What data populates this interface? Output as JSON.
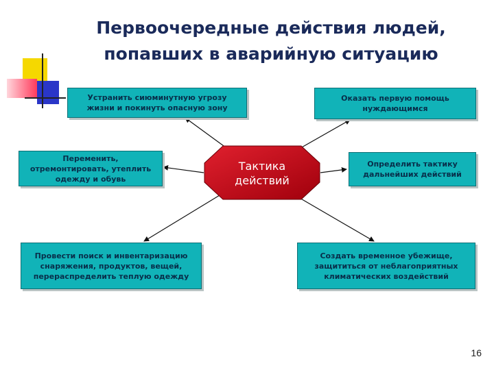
{
  "title": {
    "line1": "Первоочередные действия людей,",
    "line2": "попавших в аварийную ситуацию"
  },
  "center": {
    "line1": "Тактика",
    "line2": "действий"
  },
  "nodes": {
    "top_left": {
      "line1": "Устранить сиюминутную угрозу",
      "line2": "жизни и покинуть опасную зону"
    },
    "top_right": {
      "line1": "Оказать первую помощь",
      "line2": "нуждающимся"
    },
    "mid_left": {
      "line1": "Переменить,",
      "line2": "отремонтировать, утеплить",
      "line3": "одежду и обувь"
    },
    "mid_right": {
      "line1": "Определить тактику",
      "line2": "дальнейших действий"
    },
    "bottom_left": {
      "line1": "Провести поиск и инвентаризацию",
      "line2": "снаряжения, продуктов, вещей,",
      "line3": "перераспределить теплую одежду"
    },
    "bottom_right": {
      "line1": "Создать временное убежище,",
      "line2": "защититься от неблагоприятных",
      "line3": "климатических воздействий"
    }
  },
  "page_number": "16",
  "colors": {
    "box_fill": "#11b3b8",
    "center_fill": "#c8101e",
    "title_color": "#1a2a5a"
  }
}
